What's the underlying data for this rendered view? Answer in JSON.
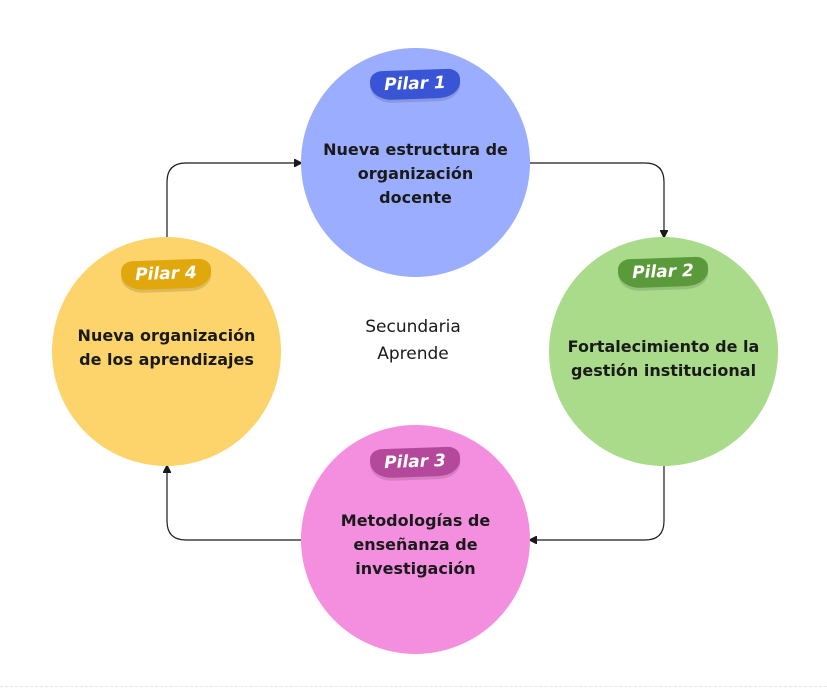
{
  "center": {
    "title": "Secundaria\nAprende"
  },
  "pillars": [
    {
      "badge": "Pilar 1",
      "text": "Nueva estructura de\norganización\ndocente",
      "color": "#9aadff",
      "badge_color": "#3a54d6"
    },
    {
      "badge": "Pilar 2",
      "text": "Fortalecimiento de la\ngestión institucional",
      "color": "#a9db8b",
      "badge_color": "#5a9a3a"
    },
    {
      "badge": "Pilar 3",
      "text": "Metodologías de\nenseñanza de\ninvestigación",
      "color": "#f48fe0",
      "badge_color": "#b4499c"
    },
    {
      "badge": "Pilar 4",
      "text": "Nueva organización\nde los aprendizajes",
      "color": "#fdd46c",
      "badge_color": "#e1a80e"
    }
  ],
  "connector_color": "#1a1a1a"
}
